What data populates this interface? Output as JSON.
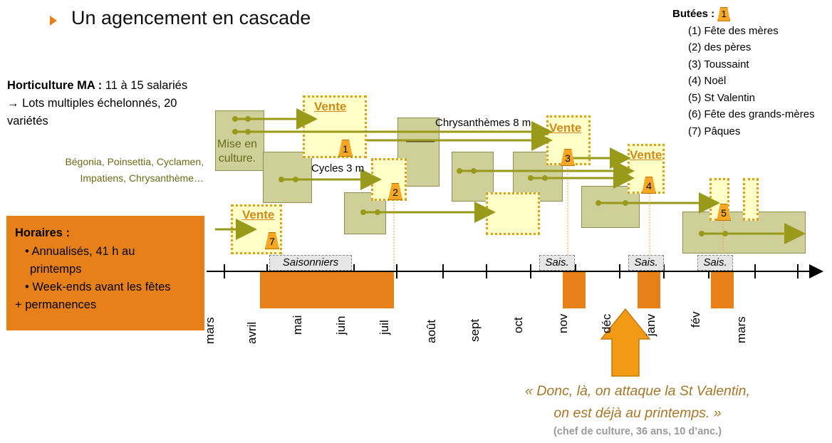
{
  "title": "Un agencement en cascade",
  "legend": {
    "title": "Butées :",
    "tag_example": "1",
    "items": [
      "(1) Fête des mères",
      "(2) des pères",
      "(3) Toussaint",
      "(4) Noël",
      "(5) St Valentin",
      "(6) Fête des grands-mères",
      "(7) Pâques"
    ]
  },
  "horticulture": {
    "label": "Horticulture MA :",
    "staff": " 11 à 15 salariés",
    "lots": "→ Lots multiples échelonnés, 20 variétés",
    "varieties": "Bégonia, Poinsettia, Cyclamen, Impatiens, Chrysanthème…"
  },
  "horaires": {
    "title": "Horaires :",
    "line1": "• Annualisés, 41 h au",
    "line2": "printemps",
    "line3": "• Week-ends avant les fêtes",
    "line4": "+ permanences"
  },
  "diagram": {
    "vente_label": "Vente",
    "mise_en_culture": "Mise en culture.",
    "chrysanthemes": "Chrysanthèmes 8 m",
    "cycles": "Cycles 3 m",
    "tags": [
      "1",
      "2",
      "3",
      "4",
      "5",
      "7"
    ],
    "saisonniers": "Saisonniers",
    "sais": "Sais.",
    "months": [
      "mars",
      "avril",
      "mai",
      "juin",
      "juil",
      "août",
      "sept",
      "oct",
      "nov",
      "déc",
      "janv",
      "fév",
      "mars"
    ]
  },
  "quote": {
    "line1": "« Donc, là, on attaque la St Valentin,",
    "line2": "on est déjà au printemps. »",
    "source": "(chef de culture, 36 ans, 10 d’anc.)"
  },
  "colors": {
    "orange": "#e8801a",
    "olive": "#9a9a1a",
    "box": "#cfcf9a",
    "vente_box": "#ffffc8"
  }
}
